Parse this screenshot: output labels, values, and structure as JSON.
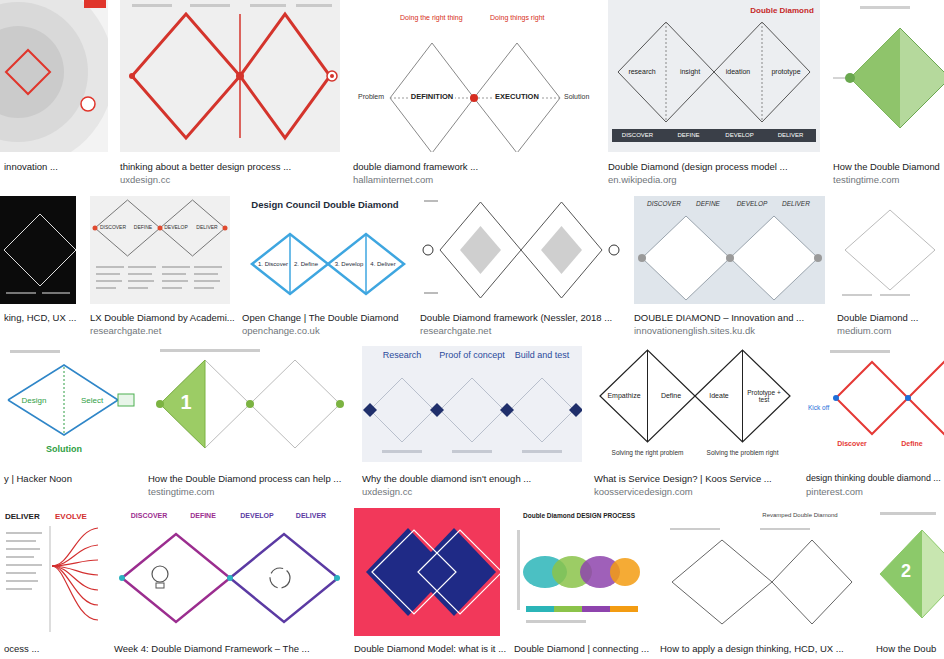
{
  "diagram": {
    "nodes": [
      {
        "text": [
          "innovation ..."
        ]
      },
      {
        "text": [
          "thinking about a better design process ...",
          "uxdesign.cc"
        ]
      },
      {
        "text": [
          "double diamond framework ...",
          "hallaminternet.com"
        ]
      },
      {
        "text": [
          "Double Diamond (design process model ...",
          "en.wikipedia.org"
        ]
      },
      {
        "text": [
          "How the Double Diamond",
          "testingtime.com"
        ]
      },
      {
        "text": [
          "king, HCD, UX ..."
        ]
      },
      {
        "text": [
          "LX Double Diamond by Academi...",
          "researchgate.net"
        ]
      },
      {
        "text": [
          "Open Change | The Double Diamond",
          "openchange.co.uk"
        ]
      },
      {
        "text": [
          "Double Diamond framework (Nessler, 2018 ...",
          "researchgate.net"
        ]
      },
      {
        "text": [
          "DOUBLE DIAMOND – Innovation and ...",
          "innovationenglish.sites.ku.dk"
        ]
      },
      {
        "text": [
          "Double Diamond ...",
          "medium.com"
        ]
      },
      {
        "text": [
          "y | Hacker Noon"
        ]
      },
      {
        "text": [
          "How the Double Diamond process can help ...",
          "testingtime.com"
        ]
      },
      {
        "text": [
          "Why the double diamond isn't enough ...",
          "uxdesign.cc"
        ]
      },
      {
        "text": [
          "What is Service Design? | Koos Service ...",
          "koosservicedesign.com"
        ]
      },
      {
        "text": [
          "design thinking double diamond ...",
          "pinterest.com"
        ]
      },
      {
        "text": [
          "ocess ..."
        ]
      },
      {
        "text": [
          "Week 4: Double Diamond Framework – The ..."
        ]
      },
      {
        "text": [
          "Double Diamond Model: what is it ..."
        ]
      },
      {
        "text": [
          "Double Diamond | connecting ..."
        ]
      },
      {
        "text": [
          "How to apply a design thinking, HCD, UX ..."
        ]
      },
      {
        "text": [
          "How the Doub"
        ]
      }
    ],
    "labels": [
      "Doing the right thing",
      "Doing things right",
      "Problem",
      "DEFINITION",
      "EXECUTION",
      "Solution",
      "Double Diamond",
      "research",
      "insight",
      "ideation",
      "prototype",
      "DISCOVER",
      "DEFINE",
      "DEVELOP",
      "DELIVER",
      "DISCOVER",
      "DEFINE",
      "DEVELOP",
      "DELIVER",
      "Design Council Double Diamond",
      "1. Discover",
      "2. Define",
      "3. Develop",
      "4. Deliver",
      "DISCOVER",
      "DEFINE",
      "DEVELOP",
      "DELIVER",
      "Design",
      "Select",
      "Solution",
      "1",
      "Research",
      "Proof of concept",
      "Build and test",
      "Empathize",
      "Define",
      "Ideate",
      "Prototype + test",
      "Solving the right problem",
      "Solving the problem right",
      "Kick off",
      "Discover",
      "Define",
      "DELIVER",
      "EVOLVE",
      "DISCOVER",
      "DEFINE",
      "DEVELOP",
      "DELIVER",
      "Double Diamond DESIGN PROCESS",
      "Revamped Double Diamond",
      "2"
    ]
  }
}
